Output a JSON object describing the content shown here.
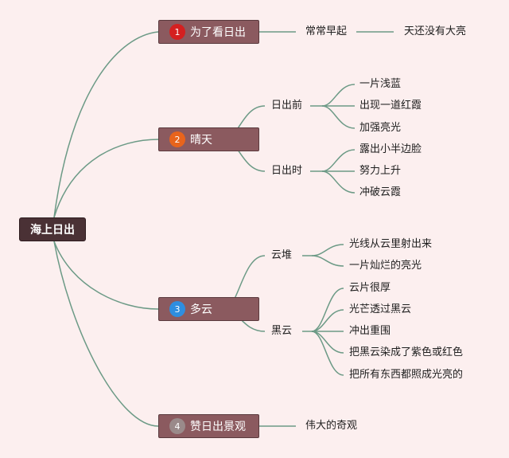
{
  "root": "海上日出",
  "branches": [
    {
      "num": "1",
      "label": "为了看日出",
      "badge_color": "#d42020"
    },
    {
      "num": "2",
      "label": "晴天",
      "badge_color": "#e8641c"
    },
    {
      "num": "3",
      "label": "多云",
      "badge_color": "#2e8ee0"
    },
    {
      "num": "4",
      "label": "赞日出景观",
      "badge_color": "#9a8a8a"
    }
  ],
  "b1": {
    "sub": "常常早起",
    "leaf": "天还没有大亮"
  },
  "b2": {
    "before": {
      "label": "日出前",
      "items": [
        "一片浅蓝",
        "出现一道红霞",
        "加强亮光"
      ]
    },
    "during": {
      "label": "日出时",
      "items": [
        "露出小半边脸",
        "努力上升",
        "冲破云霞"
      ]
    }
  },
  "b3": {
    "pile": {
      "label": "云堆",
      "items": [
        "光线从云里射出来",
        "一片灿烂的亮光"
      ]
    },
    "dark": {
      "label": "黑云",
      "items": [
        "云片很厚",
        "光芒透过黑云",
        "冲出重围",
        "把黑云染成了紫色或红色",
        "把所有东西都照成光亮的"
      ]
    }
  },
  "b4": {
    "leaf": "伟大的奇观"
  },
  "colors": {
    "line": "#6c9a86",
    "background": "#fcefef"
  }
}
